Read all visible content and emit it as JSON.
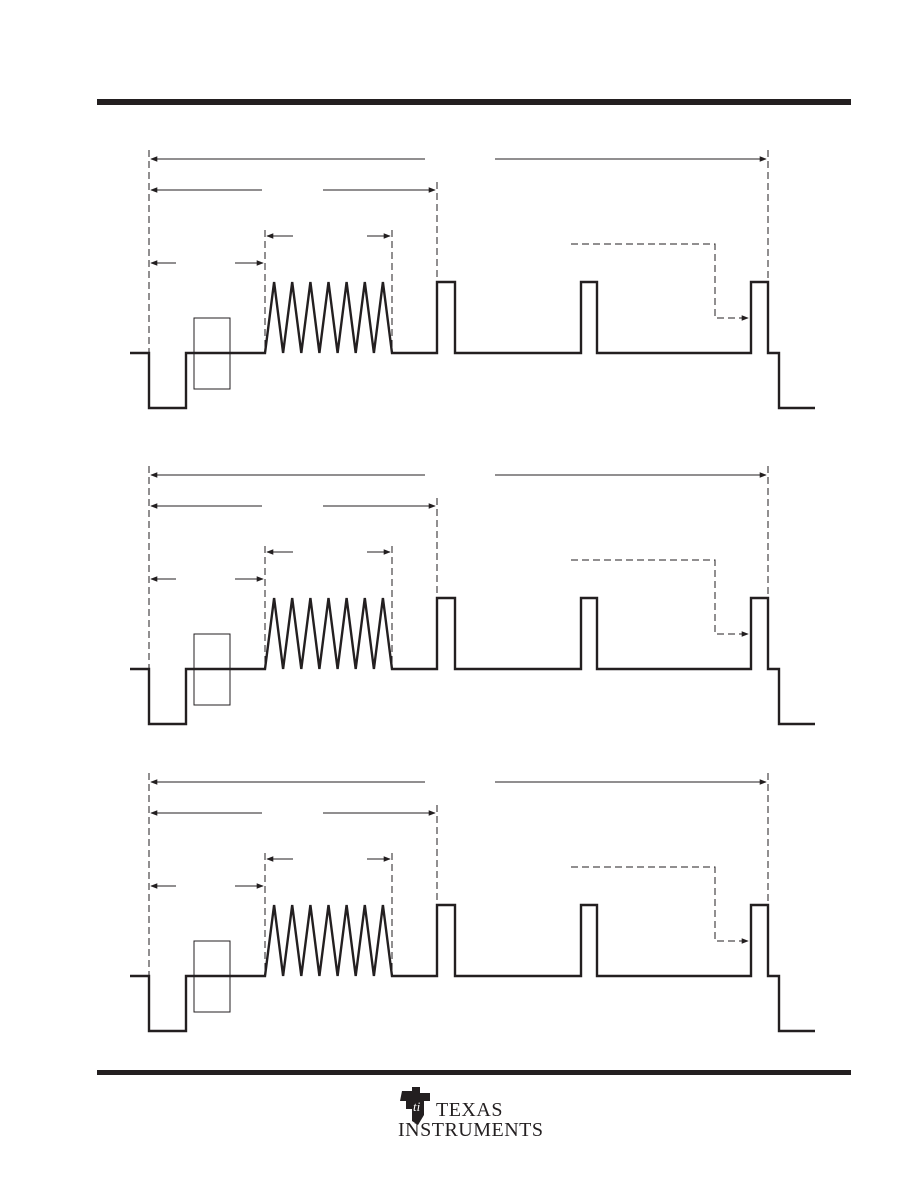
{
  "page": {
    "colors": {
      "ink": "#231f20",
      "paper": "#ffffff"
    }
  },
  "diagram": {
    "panels": [
      {
        "name": "panel-1"
      },
      {
        "name": "panel-2"
      },
      {
        "name": "panel-3"
      }
    ],
    "waveform": {
      "oscillation_peaks": 7,
      "pulse_count": 3
    }
  },
  "footer": {
    "brand_line_1": "TEXAS",
    "brand_line_2": "INSTRUMENTS",
    "logo_icon": "ti-logo-icon"
  }
}
